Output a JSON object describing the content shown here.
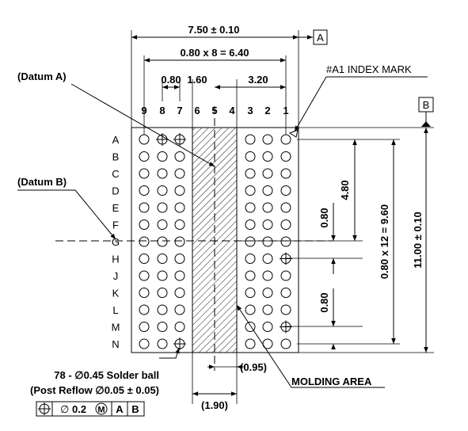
{
  "dims": {
    "width_total": "7.50 ± 0.10",
    "pitch_cols": "0.80 x 8 = 6.40",
    "pitch_small": "0.80",
    "gap": "1.60",
    "right_span": "3.20",
    "height_total": "11.00 ± 0.10",
    "pitch_rows": "0.80 x 12 = 9.60",
    "half_height": "4.80",
    "row_pitch_a": "0.80",
    "row_pitch_b": "0.80",
    "molding_offset": "(0.95)",
    "molding_width": "(1.90)"
  },
  "labels": {
    "datum_a": "(Datum A)",
    "datum_b": "(Datum B)",
    "a1_index": "#A1 INDEX MARK",
    "molding_area": "MOLDING AREA",
    "solder_ball": "78 - ∅0.45 Solder ball",
    "post_reflow": "(Post Reflow ∅0.05 ± 0.05)"
  },
  "datum_boxes": {
    "a": "A",
    "b": "B"
  },
  "tolerance_frame": {
    "symbol": "⊕",
    "diameter": "∅",
    "value": "0.2",
    "modifier": "M",
    "ref1": "A",
    "ref2": "B"
  },
  "columns": [
    "9",
    "8",
    "7",
    "6",
    "5",
    "4",
    "3",
    "2",
    "1"
  ],
  "rows": [
    "A",
    "B",
    "C",
    "D",
    "E",
    "F",
    "G",
    "H",
    "J",
    "K",
    "L",
    "M",
    "N"
  ],
  "colors": {
    "line": "#000000",
    "background": "#ffffff"
  }
}
